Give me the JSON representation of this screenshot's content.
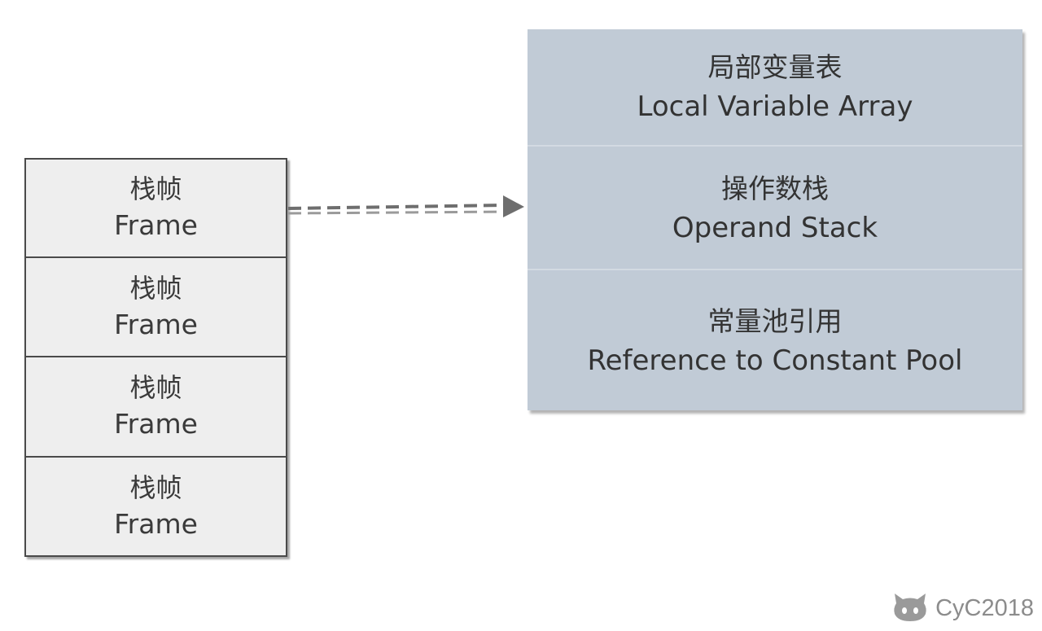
{
  "frames": [
    {
      "cn": "栈帧",
      "en": "Frame"
    },
    {
      "cn": "栈帧",
      "en": "Frame"
    },
    {
      "cn": "栈帧",
      "en": "Frame"
    },
    {
      "cn": "栈帧",
      "en": "Frame"
    }
  ],
  "details": {
    "local_vars": {
      "cn": "局部变量表",
      "en": "Local Variable Array"
    },
    "operand_stack": {
      "cn": "操作数栈",
      "en": "Operand Stack"
    },
    "constant_pool_ref": {
      "cn": "常量池引用",
      "en": "Reference to Constant Pool"
    }
  },
  "watermark": {
    "text": "CyC2018",
    "icon": "github-octocat-icon"
  },
  "colors": {
    "frame_fill": "#eeeeee",
    "frame_border": "#4a4a4a",
    "detail_fill": "#c1cbd6",
    "arrow": "#6e6e6e"
  }
}
